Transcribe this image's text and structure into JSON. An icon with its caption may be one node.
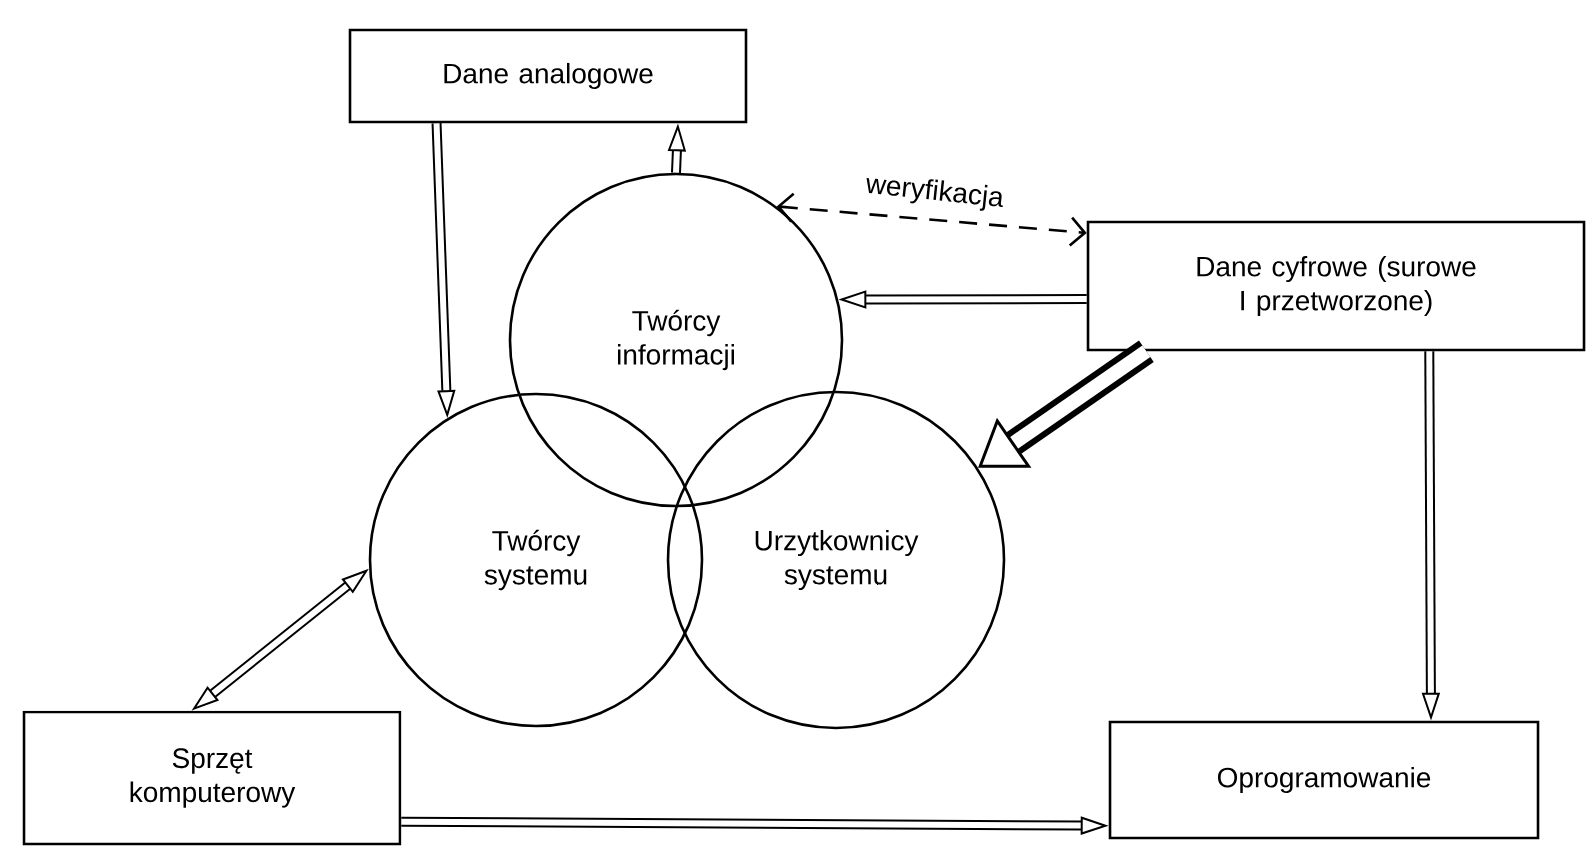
{
  "diagram": {
    "nodes": [
      {
        "text": [
          "Dane analogowe"
        ]
      },
      {
        "text": [
          "Twórcy informacji"
        ]
      },
      {
        "text": [
          "Twórcy systemu"
        ]
      },
      {
        "text": [
          "Urzytkownicy systemu"
        ]
      },
      {
        "text": [
          "Dane cyfrowe (surowe I przetworzone)"
        ]
      },
      {
        "text": [
          "Sprzęt komputerowy"
        ]
      },
      {
        "text": [
          "Oprogramowanie"
        ]
      }
    ],
    "edges": [
      {
        "from": 0,
        "to": 2,
        "arrow": "to"
      },
      {
        "from": 1,
        "to": 0,
        "arrow": "to"
      },
      {
        "from": 1,
        "to": 4,
        "arrow": "both",
        "label": "weryfikacja",
        "style": "dashed"
      },
      {
        "from": 4,
        "to": 1,
        "arrow": "to"
      },
      {
        "from": 4,
        "to": 3,
        "arrow": "to",
        "style": "thick"
      },
      {
        "from": 4,
        "to": 6,
        "arrow": "to"
      },
      {
        "from": 5,
        "to": 2,
        "arrow": "both"
      },
      {
        "from": 5,
        "to": 6,
        "arrow": "to"
      }
    ]
  }
}
